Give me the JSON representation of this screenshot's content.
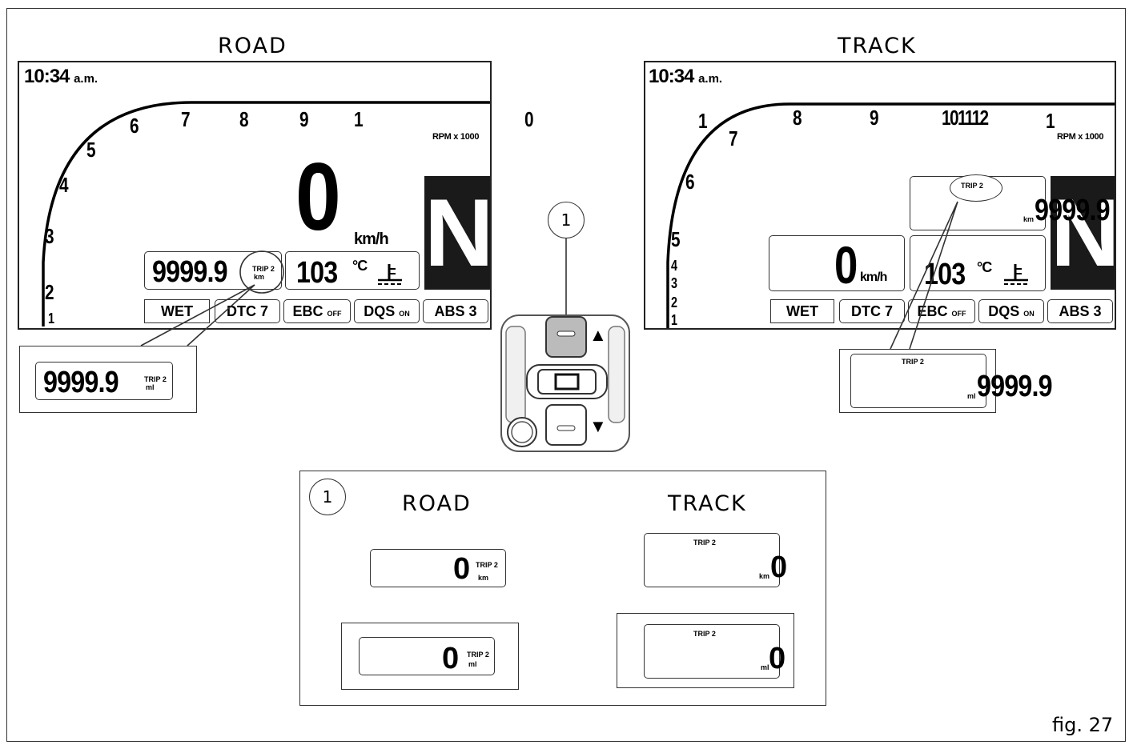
{
  "figure_label": "fig. 27",
  "road": {
    "title": "ROAD",
    "clock_time": "10:34",
    "clock_suffix": "a.m.",
    "rpm_numbers": [
      "1",
      "2",
      "3",
      "4",
      "5",
      "6",
      "7",
      "8",
      "9",
      "1",
      "0"
    ],
    "rpm_label": "RPM x 1000",
    "speed": "0",
    "speed_unit": "km/h",
    "gear": "N",
    "trip_value": "9999.9",
    "trip_label": "TRIP 2",
    "trip_unit_km": "km",
    "temperature": "103",
    "temp_unit": "°C",
    "chips": [
      {
        "label": "WET",
        "sub": ""
      },
      {
        "label": "DTC 7",
        "sub": ""
      },
      {
        "label": "EBC",
        "sub": "OFF"
      },
      {
        "label": "DQS",
        "sub": "ON"
      },
      {
        "label": "ABS 3",
        "sub": ""
      }
    ],
    "zoom_value": "9999.9",
    "zoom_label": "TRIP 2",
    "zoom_unit": "ml"
  },
  "track": {
    "title": "TRACK",
    "clock_time": "10:34",
    "clock_suffix": "a.m.",
    "rpm_numbers": [
      "1",
      "2",
      "3",
      "4",
      "5",
      "6",
      "7",
      "1",
      "8",
      "9",
      "10",
      "11",
      "12",
      "1"
    ],
    "rpm_label": "RPM x 1000",
    "speed": "0",
    "speed_unit": "km/h",
    "gear": "N",
    "trip_label": "TRIP 2",
    "trip_unit_km": "km",
    "trip_value": "9999.9",
    "temperature": "103",
    "temp_unit": "°C",
    "chips": [
      {
        "label": "WET",
        "sub": ""
      },
      {
        "label": "DTC 7",
        "sub": ""
      },
      {
        "label": "EBC",
        "sub": "OFF"
      },
      {
        "label": "DQS",
        "sub": "ON"
      },
      {
        "label": "ABS 3",
        "sub": ""
      }
    ],
    "zoom_label": "TRIP 2",
    "zoom_unit": "ml",
    "zoom_value": "9999.9"
  },
  "switch": {
    "callout": "1",
    "up_arrow": "▲",
    "down_arrow": "▼"
  },
  "reset_panel": {
    "callout": "1",
    "road_title": "ROAD",
    "track_title": "TRACK",
    "road_km_value": "0",
    "road_km_label": "TRIP 2",
    "road_km_unit": "km",
    "road_ml_value": "0",
    "road_ml_label": "TRIP 2",
    "road_ml_unit": "ml",
    "track_km_label": "TRIP 2",
    "track_km_unit": "km",
    "track_km_value": "0",
    "track_ml_label": "TRIP 2",
    "track_ml_unit": "ml",
    "track_ml_value": "0"
  }
}
